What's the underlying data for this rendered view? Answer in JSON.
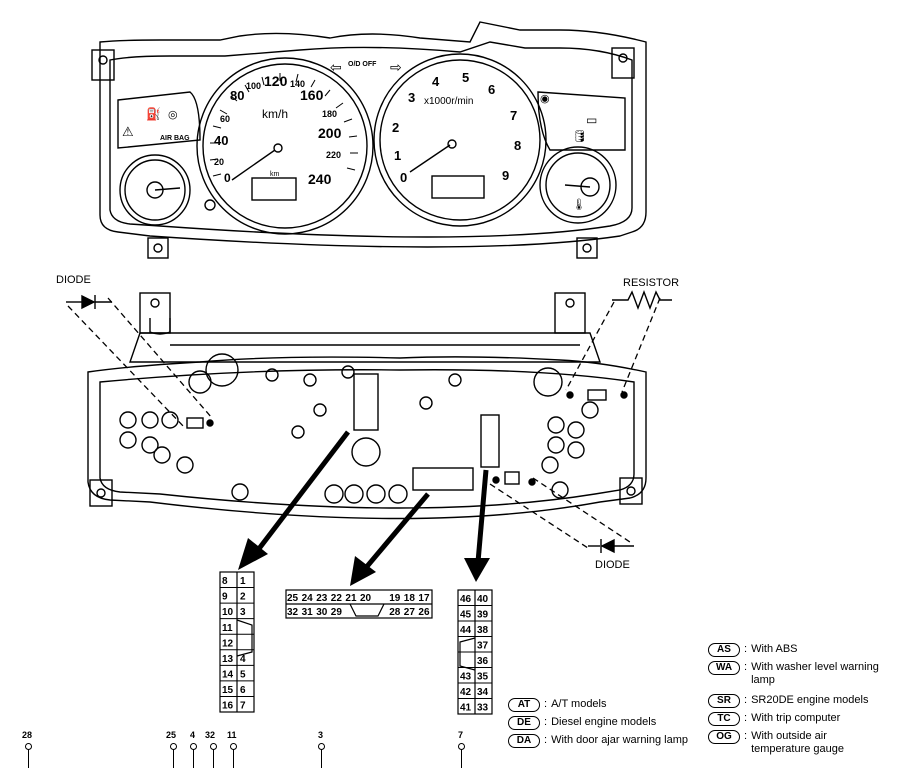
{
  "labels": {
    "diode_left": "DIODE",
    "resistor": "RESISTOR",
    "diode_right": "DIODE"
  },
  "speedometer": {
    "unit": "km/h",
    "ticks": [
      "0",
      "20",
      "40",
      "60",
      "80",
      "100",
      "120",
      "140",
      "160",
      "180",
      "200",
      "220",
      "240"
    ],
    "odometer": "km"
  },
  "tachometer": {
    "unit": "x1000r/min",
    "ticks": [
      "0",
      "1",
      "2",
      "3",
      "4",
      "5",
      "6",
      "7",
      "8",
      "9"
    ]
  },
  "indicators": {
    "airbag": "AIR BAG",
    "door_off": "O/D OFF"
  },
  "connectors": {
    "left_block": [
      [
        "8",
        "1"
      ],
      [
        "9",
        "2"
      ],
      [
        "10",
        "3"
      ],
      [
        "11",
        ""
      ],
      [
        "12",
        ""
      ],
      [
        "13",
        "4"
      ],
      [
        "14",
        "5"
      ],
      [
        "15",
        "6"
      ],
      [
        "16",
        "7"
      ]
    ],
    "middle_block_top": [
      "25",
      "24",
      "23",
      "22",
      "21",
      "20",
      "",
      "19",
      "18",
      "17"
    ],
    "middle_block_bottom": [
      "32",
      "31",
      "30",
      "29",
      "",
      "",
      "",
      "28",
      "27",
      "26"
    ],
    "right_block": [
      [
        "46",
        "40"
      ],
      [
        "45",
        "39"
      ],
      [
        "44",
        "38"
      ],
      [
        "",
        "37"
      ],
      [
        "",
        "36"
      ],
      [
        "43",
        "35"
      ],
      [
        "42",
        "34"
      ],
      [
        "41",
        "33"
      ]
    ]
  },
  "legend_left": [
    {
      "code": "AT",
      "desc": "A/T models"
    },
    {
      "code": "DE",
      "desc": "Diesel engine models"
    },
    {
      "code": "DA",
      "desc": "With door ajar warning lamp"
    }
  ],
  "legend_right": [
    {
      "code": "AS",
      "desc": "With ABS"
    },
    {
      "code": "WA",
      "desc": "With washer level warning lamp"
    },
    {
      "code": "SR",
      "desc": "SR20DE engine models"
    },
    {
      "code": "TC",
      "desc": "With trip computer"
    },
    {
      "code": "OG",
      "desc": "With outside air temperature gauge"
    }
  ],
  "pins": [
    "28",
    "25",
    "4",
    "32",
    "11",
    "3",
    "7"
  ]
}
